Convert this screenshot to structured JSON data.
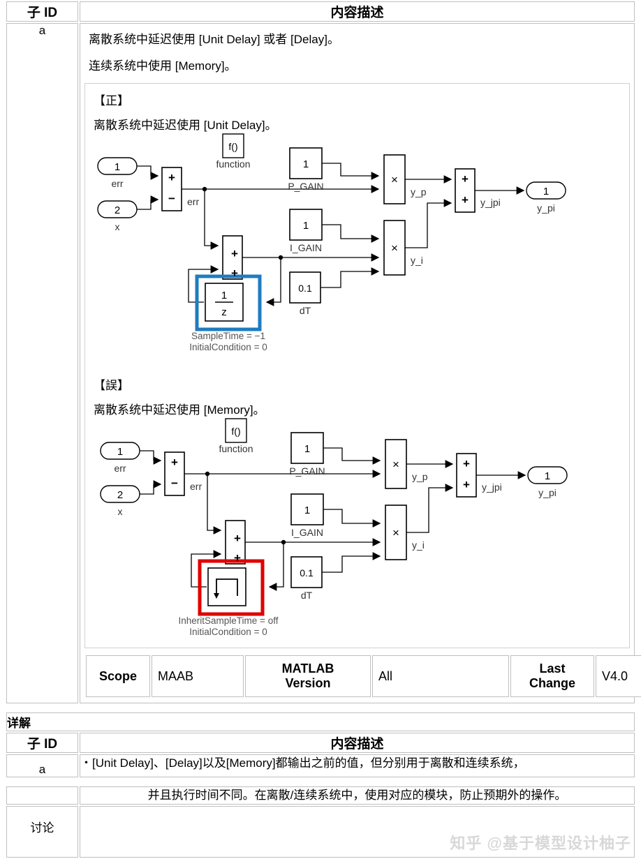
{
  "colors": {
    "header_fill": "#fbd5b5",
    "border": "#bfbfbf",
    "good_highlight": "#1f7cc0",
    "bad_highlight": "#e00000"
  },
  "table_main": {
    "headers": {
      "id": "子 ID",
      "desc": "内容描述"
    },
    "row": {
      "id": "a",
      "lines": [
        "离散系统中延迟使用 [Unit Delay] 或者 [Delay]。",
        "连续系统中使用  [Memory]。"
      ]
    }
  },
  "good_example": {
    "marker": "【正】",
    "caption": "离散系统中延迟使用 [Unit Delay]。",
    "delay_block": {
      "numerator": "1",
      "denominator": "z",
      "annotations": [
        "SampleTime = −1",
        "InitialCondition = 0"
      ],
      "highlight_color": "#1f7cc0"
    }
  },
  "bad_example": {
    "marker": "【誤】",
    "caption": "离散系统中延迟使用 [Memory]。",
    "delay_block": {
      "glyph": "memory-step-icon",
      "annotations": [
        "InheritSampleTime = off",
        "InitialCondition = 0"
      ],
      "highlight_color": "#e00000"
    }
  },
  "diagram_labels": {
    "in1_num": "1",
    "in1_name": "err",
    "in2_num": "2",
    "in2_name": "x",
    "sum_plus": "+",
    "sum_minus": "−",
    "err_signal": "err",
    "fcn_glyph": "f()",
    "fcn_name": "function",
    "p_gain_value": "1",
    "p_gain_name": "P_GAIN",
    "i_gain_value": "1",
    "i_gain_name": "I_GAIN",
    "dt_value": "0.1",
    "dt_name": "dT",
    "mult_glyph": "×",
    "y_p": "y_p",
    "y_i": "y_i",
    "y_jpi": "y_jpi",
    "out_num": "1",
    "out_name": "y_pi"
  },
  "meta_row": {
    "scope_key": "Scope",
    "scope_value": "MAAB",
    "version_key": "MATLAB Version",
    "version_key_line1": "MATLAB",
    "version_key_line2": "Version",
    "version_value": "All",
    "change_key_line1": "Last",
    "change_key_line2": "Change",
    "change_value": "V4.0"
  },
  "detail": {
    "section_title": "详解",
    "headers": {
      "id": "子 ID",
      "desc": "内容描述"
    },
    "row_id": "a",
    "line1": "・[Unit Delay]、[Delay]以及[Memory]都输出之前的值，但分别用于离散和连续系统，",
    "line2": "并且执行时间不同。在离散/连续系统中，使用对应的模块，防止预期外的操作。",
    "discussion_label": "讨论",
    "discussion_value": ""
  },
  "watermark": "知乎 @基于模型设计柚子"
}
